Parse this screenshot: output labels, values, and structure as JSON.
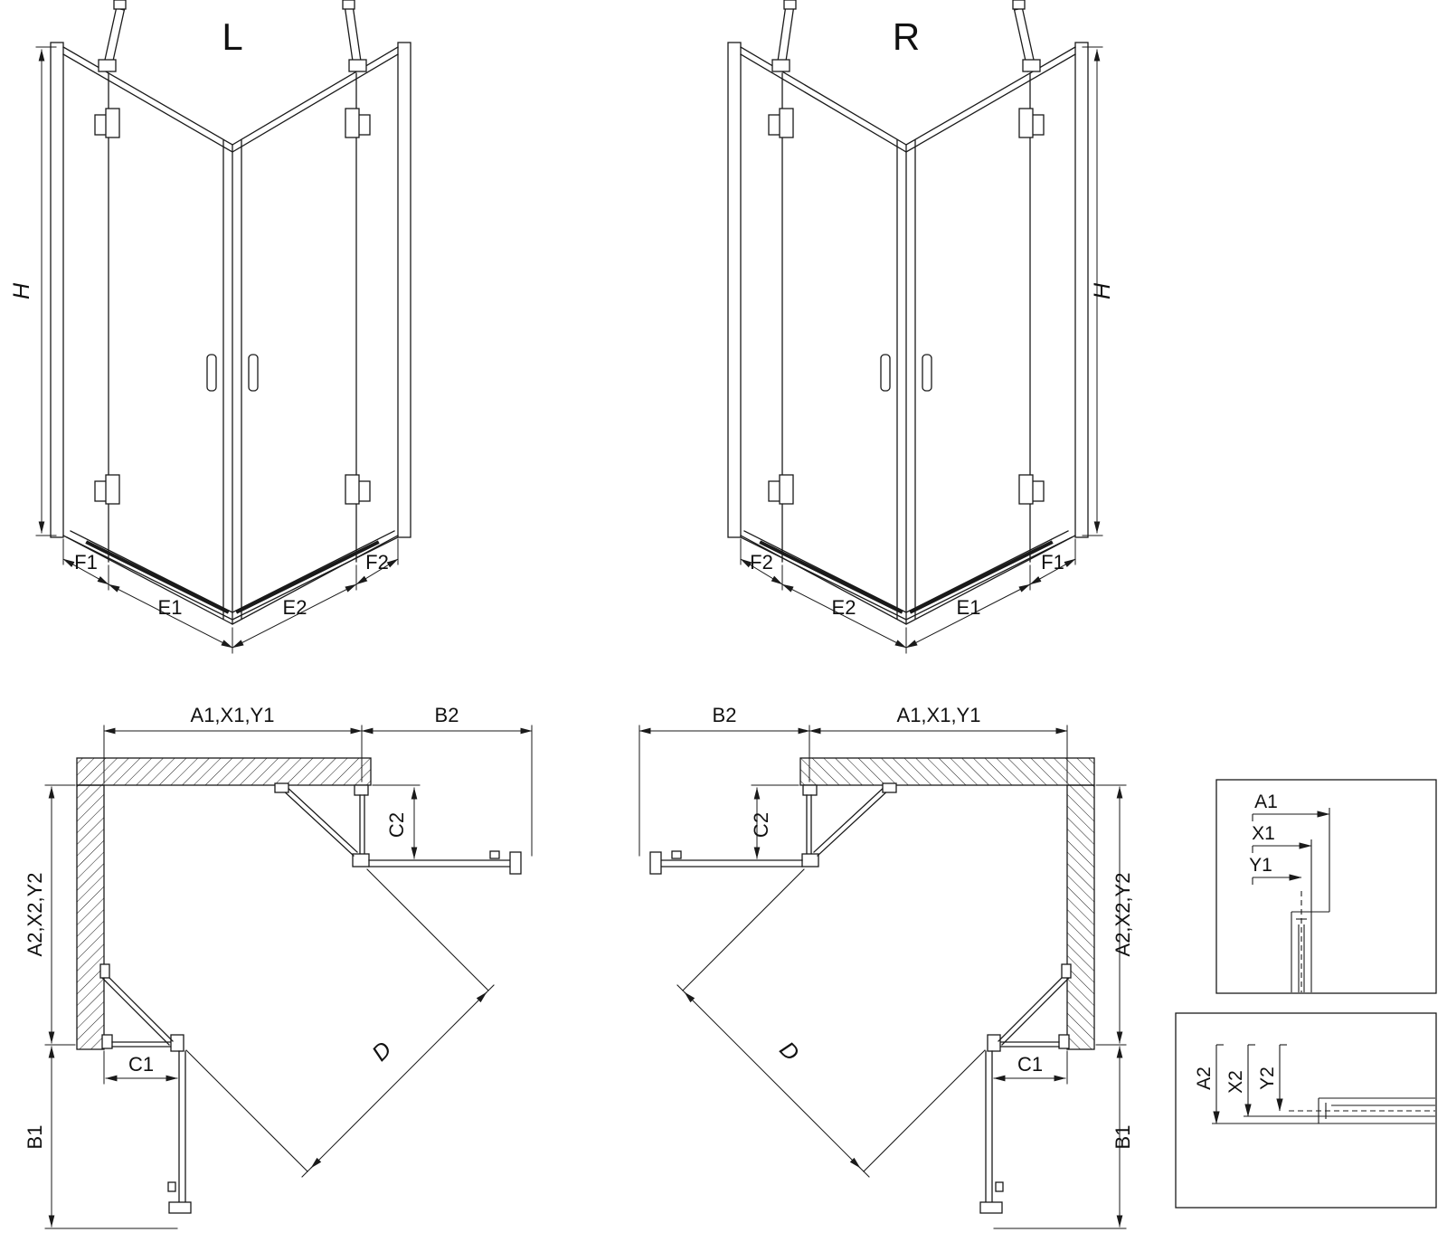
{
  "front_left": {
    "variant": "L",
    "h": "H",
    "f1": "F1",
    "e1": "E1",
    "e2": "E2",
    "f2": "F2"
  },
  "front_right": {
    "variant": "R",
    "h": "H",
    "f1": "F1",
    "e1": "E1",
    "e2": "E2",
    "f2": "F2"
  },
  "plan_left": {
    "width_a": "A1,X1,Y1",
    "width_b2": "B2",
    "fixed_c2": "C2",
    "depth_a": "A2,X2,Y2",
    "fixed_c1": "C1",
    "depth_b1": "B1",
    "door_d": "D"
  },
  "plan_right": {
    "width_a": "A1,X1,Y1",
    "width_b2": "B2",
    "fixed_c2": "C2",
    "depth_a": "A2,X2,Y2",
    "fixed_c1": "C1",
    "depth_b1": "B1",
    "door_d": "D"
  },
  "detail_width": {
    "a1": "A1",
    "x1": "X1",
    "y1": "Y1"
  },
  "detail_depth": {
    "a2": "A2",
    "x2": "X2",
    "y2": "Y2"
  }
}
